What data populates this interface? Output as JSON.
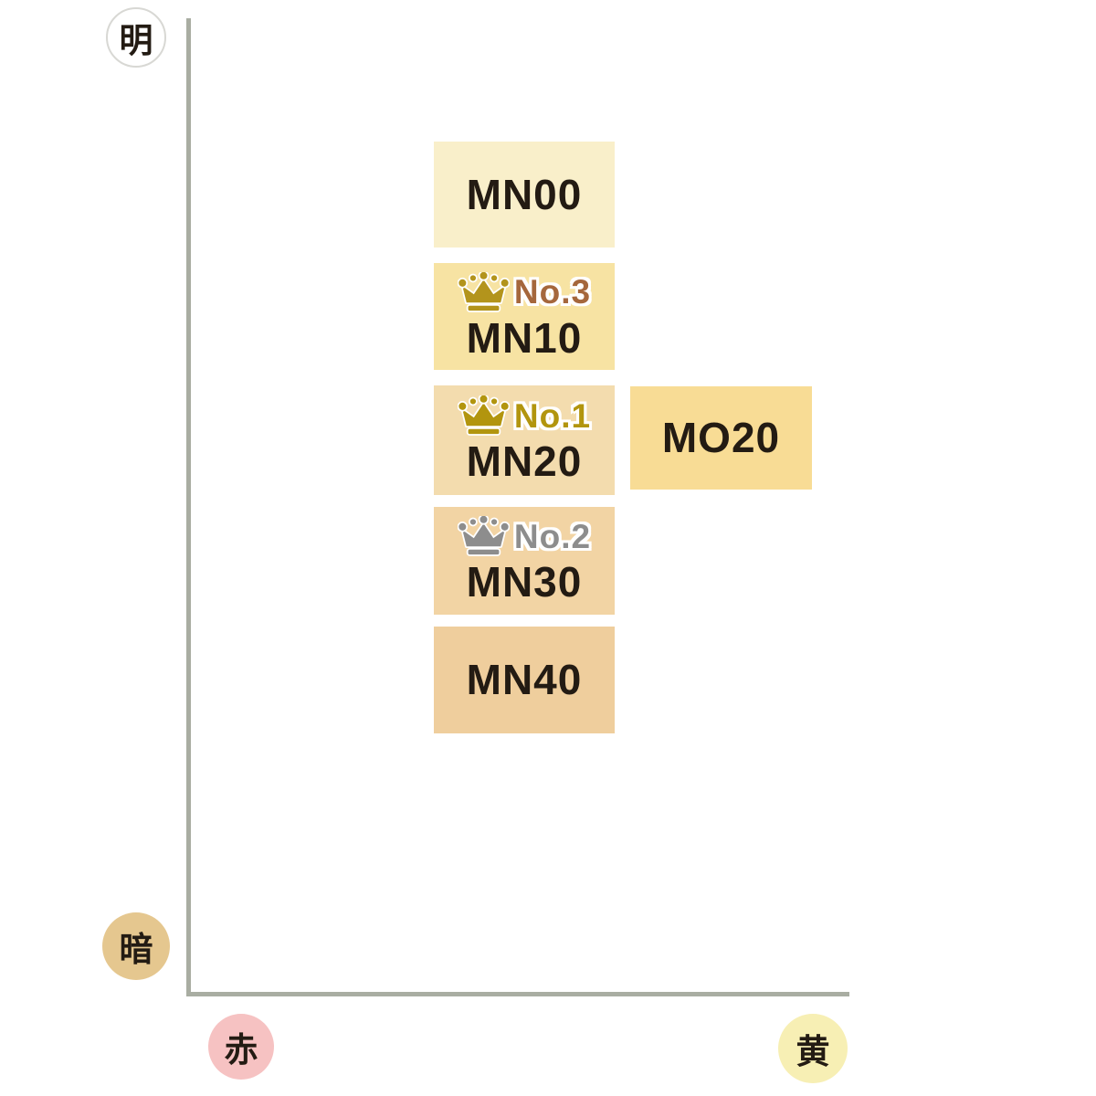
{
  "page": {
    "background": "#ffffff",
    "text_color": "#231b13"
  },
  "axis": {
    "line_color": "#a9ada2",
    "labels": {
      "top": {
        "text": "明",
        "bg": "#ffffff",
        "border": "#d8d8d4"
      },
      "bottom": {
        "text": "暗",
        "bg": "#e5c78f"
      },
      "left": {
        "text": "赤",
        "bg": "#f6c2c2"
      },
      "right": {
        "text": "黄",
        "bg": "#f7efb4"
      }
    }
  },
  "shades": [
    {
      "label": "MN00",
      "color": "#f9efca",
      "rank": "",
      "rank_color": "",
      "crown_color": ""
    },
    {
      "label": "MN10",
      "color": "#f7e3a3",
      "rank": "No.3",
      "rank_color": "#a5673c",
      "crown_color": "#b3941c"
    },
    {
      "label": "MN20",
      "color": "#f3dcae",
      "rank": "No.1",
      "rank_color": "#b2950e",
      "crown_color": "#b2950e"
    },
    {
      "label": "MO20",
      "color": "#f8dc95",
      "rank": "",
      "rank_color": "",
      "crown_color": ""
    },
    {
      "label": "MN30",
      "color": "#f2d4a4",
      "rank": "No.2",
      "rank_color": "#8d8d8d",
      "crown_color": "#8d8d8d"
    },
    {
      "label": "MN40",
      "color": "#efce9d",
      "rank": "",
      "rank_color": "",
      "crown_color": ""
    }
  ],
  "chart_data": {
    "type": "scatter",
    "title": "",
    "x_axis": {
      "left_label": "赤",
      "right_label": "黄",
      "scale": "qualitative hue (red to yellow)",
      "range": [
        0,
        1
      ]
    },
    "y_axis": {
      "top_label": "明",
      "bottom_label": "暗",
      "scale": "qualitative lightness (dark to bright)",
      "range": [
        0,
        1
      ]
    },
    "grid": false,
    "legend": "none",
    "points": [
      {
        "label": "MN00",
        "x": 0.51,
        "y": 0.82,
        "badge": null,
        "swatch_color": "#f9efca"
      },
      {
        "label": "MN10",
        "x": 0.51,
        "y": 0.7,
        "badge": "No.3",
        "swatch_color": "#f7e3a3"
      },
      {
        "label": "MN20",
        "x": 0.51,
        "y": 0.57,
        "badge": "No.1",
        "swatch_color": "#f3dcae"
      },
      {
        "label": "MO20",
        "x": 0.81,
        "y": 0.57,
        "badge": null,
        "swatch_color": "#f8dc95"
      },
      {
        "label": "MN30",
        "x": 0.51,
        "y": 0.45,
        "badge": "No.2",
        "swatch_color": "#f2d4a4"
      },
      {
        "label": "MN40",
        "x": 0.51,
        "y": 0.32,
        "badge": null,
        "swatch_color": "#efce9d"
      }
    ]
  }
}
